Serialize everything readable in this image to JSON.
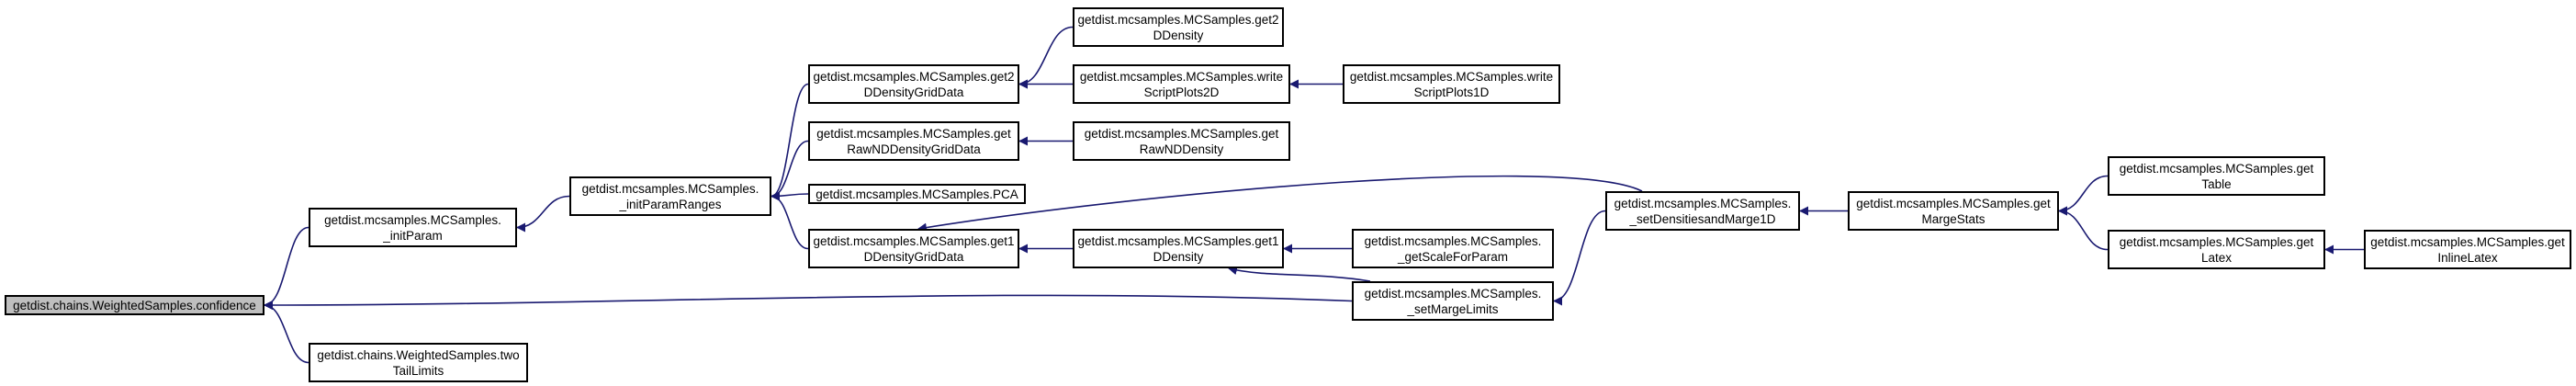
{
  "nodes": [
    {
      "id": "confidence",
      "lines": [
        "getdist.chains.WeightedSamples.confidence"
      ],
      "root": true
    },
    {
      "id": "initParam",
      "lines": [
        "getdist.mcsamples.MCSamples.",
        "_initParam"
      ]
    },
    {
      "id": "twoTailLimits",
      "lines": [
        "getdist.chains.WeightedSamples.two",
        "TailLimits"
      ]
    },
    {
      "id": "initParamRanges",
      "lines": [
        "getdist.mcsamples.MCSamples.",
        "_initParamRanges"
      ]
    },
    {
      "id": "get2DDensityGridData",
      "lines": [
        "getdist.mcsamples.MCSamples.get2",
        "DDensityGridData"
      ]
    },
    {
      "id": "getRawNDDensityGridData",
      "lines": [
        "getdist.mcsamples.MCSamples.get",
        "RawNDDensityGridData"
      ]
    },
    {
      "id": "PCA",
      "lines": [
        "getdist.mcsamples.MCSamples.PCA"
      ]
    },
    {
      "id": "get1DDensityGridData",
      "lines": [
        "getdist.mcsamples.MCSamples.get1",
        "DDensityGridData"
      ]
    },
    {
      "id": "get2DDensity",
      "lines": [
        "getdist.mcsamples.MCSamples.get2",
        "DDensity"
      ]
    },
    {
      "id": "writeScriptPlots2D",
      "lines": [
        "getdist.mcsamples.MCSamples.write",
        "ScriptPlots2D"
      ]
    },
    {
      "id": "writeScriptPlots1D",
      "lines": [
        "getdist.mcsamples.MCSamples.write",
        "ScriptPlots1D"
      ]
    },
    {
      "id": "getRawNDDensity",
      "lines": [
        "getdist.mcsamples.MCSamples.get",
        "RawNDDensity"
      ]
    },
    {
      "id": "get1DDensity",
      "lines": [
        "getdist.mcsamples.MCSamples.get1",
        "DDensity"
      ]
    },
    {
      "id": "getScaleForParam",
      "lines": [
        "getdist.mcsamples.MCSamples.",
        "_getScaleForParam"
      ]
    },
    {
      "id": "setMargeLimits",
      "lines": [
        "getdist.mcsamples.MCSamples.",
        "_setMargeLimits"
      ]
    },
    {
      "id": "setDensitiesandMarge1D",
      "lines": [
        "getdist.mcsamples.MCSamples.",
        "_setDensitiesandMarge1D"
      ]
    },
    {
      "id": "getMargeStats",
      "lines": [
        "getdist.mcsamples.MCSamples.get",
        "MargeStats"
      ]
    },
    {
      "id": "getTable",
      "lines": [
        "getdist.mcsamples.MCSamples.get",
        "Table"
      ]
    },
    {
      "id": "getLatex",
      "lines": [
        "getdist.mcsamples.MCSamples.get",
        "Latex"
      ]
    },
    {
      "id": "getInlineLatex",
      "lines": [
        "getdist.mcsamples.MCSamples.get",
        "InlineLatex"
      ]
    }
  ],
  "edges": [
    {
      "from": "initParam",
      "to": "confidence"
    },
    {
      "from": "twoTailLimits",
      "to": "confidence"
    },
    {
      "from": "setMargeLimits",
      "to": "confidence"
    },
    {
      "from": "initParamRanges",
      "to": "initParam"
    },
    {
      "from": "get2DDensityGridData",
      "to": "initParamRanges"
    },
    {
      "from": "getRawNDDensityGridData",
      "to": "initParamRanges"
    },
    {
      "from": "PCA",
      "to": "initParamRanges"
    },
    {
      "from": "get1DDensityGridData",
      "to": "initParamRanges"
    },
    {
      "from": "get2DDensity",
      "to": "get2DDensityGridData"
    },
    {
      "from": "writeScriptPlots2D",
      "to": "get2DDensityGridData"
    },
    {
      "from": "writeScriptPlots1D",
      "to": "writeScriptPlots2D"
    },
    {
      "from": "getRawNDDensity",
      "to": "getRawNDDensityGridData"
    },
    {
      "from": "get1DDensity",
      "to": "get1DDensityGridData"
    },
    {
      "from": "setDensitiesandMarge1D",
      "to": "get1DDensityGridData"
    },
    {
      "from": "getScaleForParam",
      "to": "get1DDensity"
    },
    {
      "from": "setMargeLimits",
      "to": "get1DDensity"
    },
    {
      "from": "setDensitiesandMarge1D",
      "to": "setMargeLimits"
    },
    {
      "from": "getMargeStats",
      "to": "setDensitiesandMarge1D"
    },
    {
      "from": "getTable",
      "to": "getMargeStats"
    },
    {
      "from": "getLatex",
      "to": "getMargeStats"
    },
    {
      "from": "getInlineLatex",
      "to": "getLatex"
    }
  ],
  "colors": {
    "edge": "#191970",
    "root_fill": "#bfbfbf",
    "node_fill": "#ffffff",
    "border": "#000000"
  }
}
